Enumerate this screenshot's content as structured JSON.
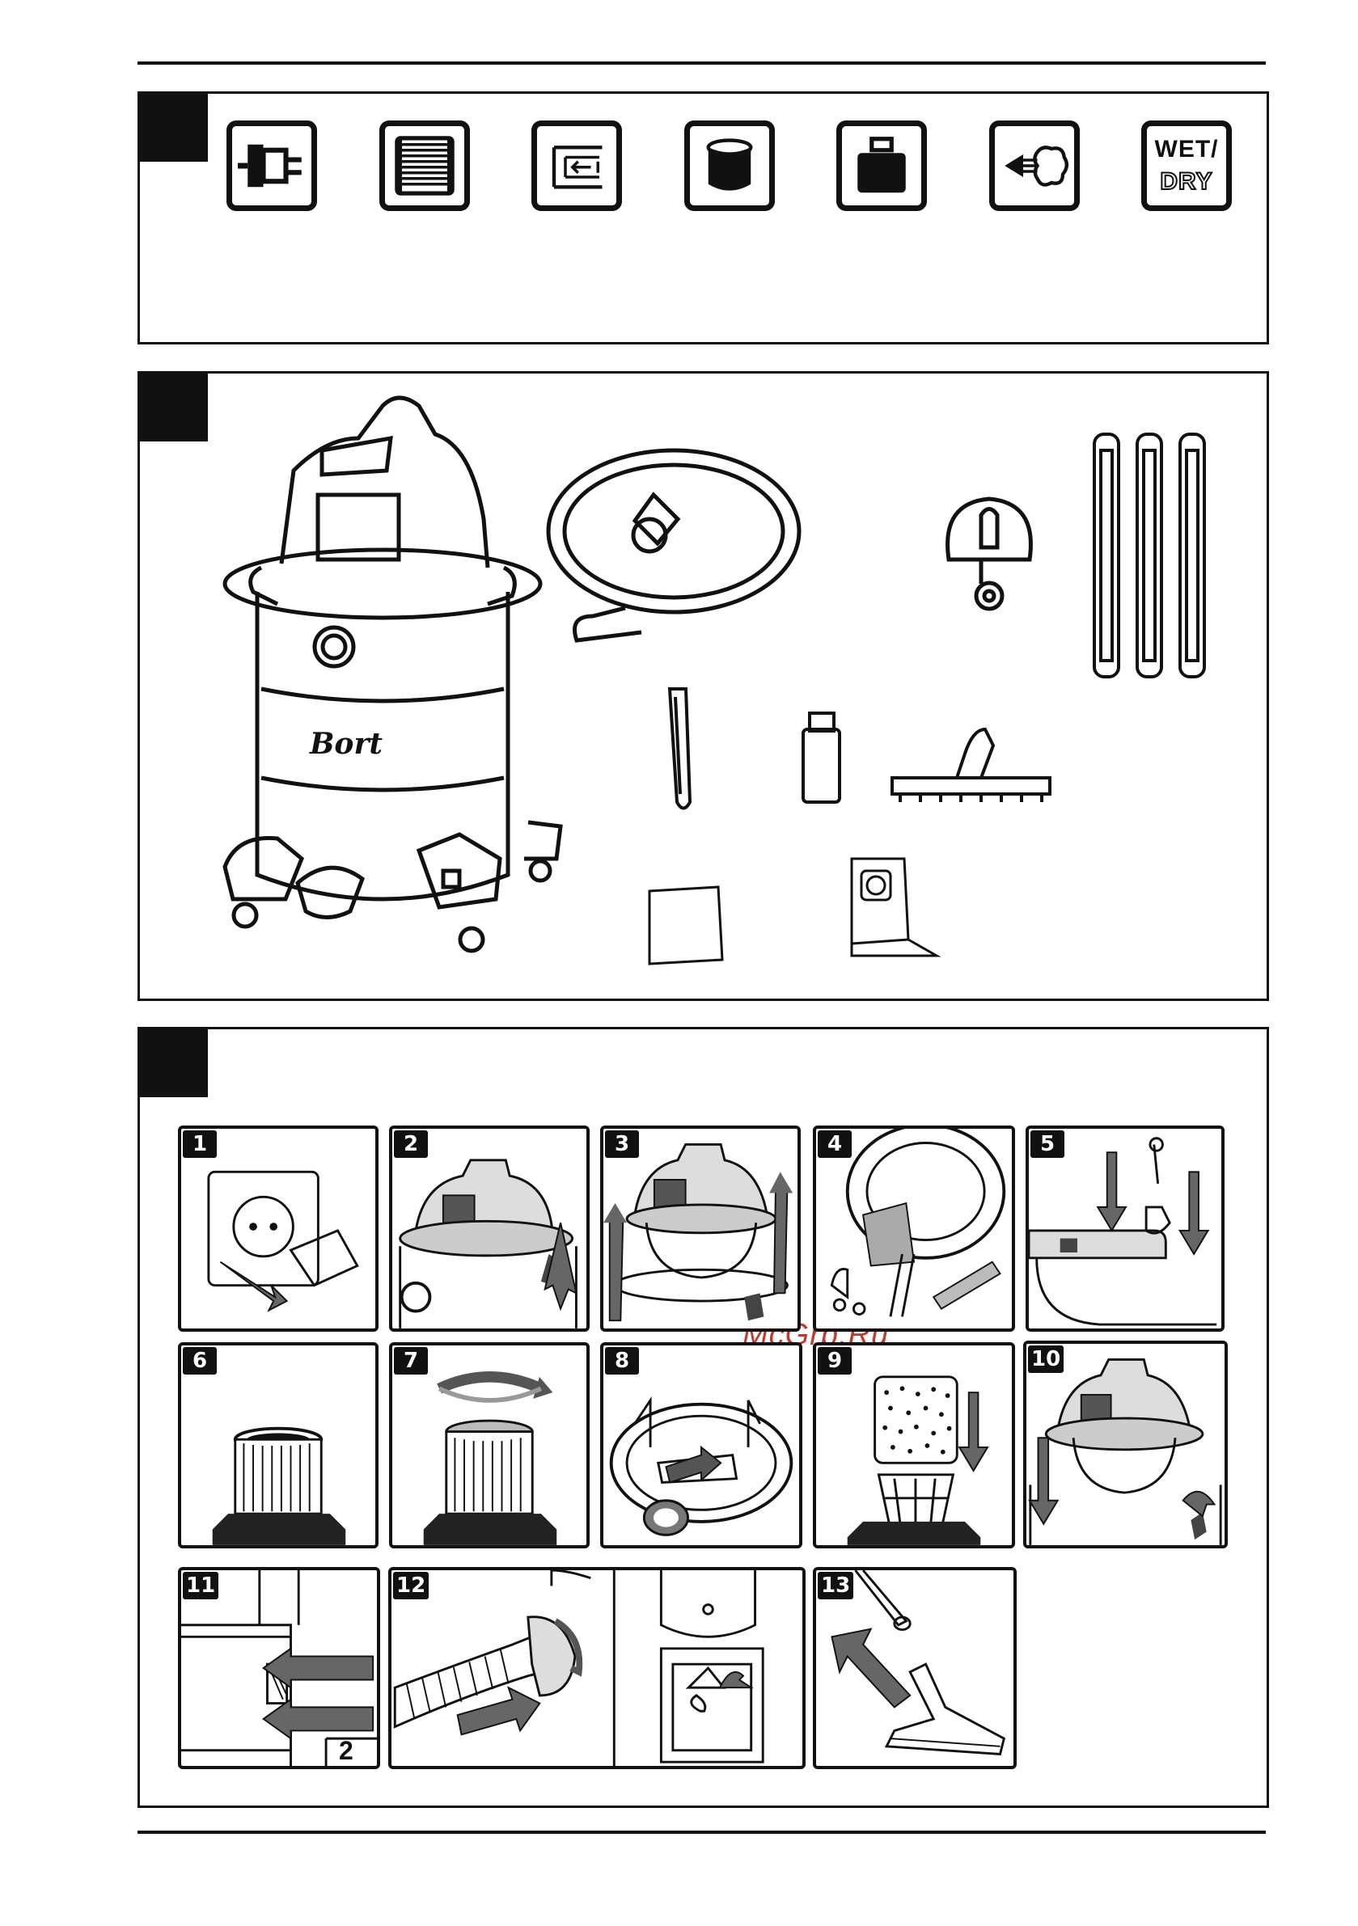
{
  "panel1": {
    "wet_dry": {
      "top": "WET/",
      "bottom": "DRY"
    },
    "icons": [
      "plug-icon",
      "filter-icon",
      "hose-length-icon",
      "tank-icon",
      "weight-icon",
      "blow-icon",
      "wet-dry-icon"
    ]
  },
  "panel2": {
    "brand": "Bort",
    "watermark": "McGrp.Ru"
  },
  "panel3": {
    "steps": [
      "1",
      "2",
      "3",
      "4",
      "5",
      "6",
      "7",
      "8",
      "9",
      "10",
      "11",
      "12",
      "13"
    ],
    "step11_marker": "2"
  }
}
